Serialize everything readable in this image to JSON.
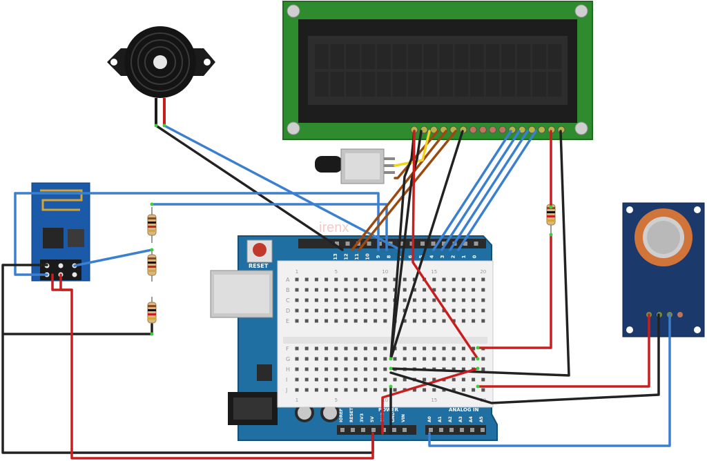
{
  "watermark": "irenx",
  "arduino": {
    "reset_label": "RESET",
    "power_label": "POWER",
    "analog_in_label": "ANALOG IN",
    "digital_pins": [
      "13",
      "12",
      "11",
      "10",
      "9",
      "8",
      "7",
      "6",
      "5",
      "4",
      "3",
      "2",
      "1",
      "0"
    ],
    "power_pins": [
      "IOREF",
      "RESET",
      "3V3",
      "5V",
      "GND",
      "GND",
      "VIN"
    ],
    "analog_pins": [
      "A0",
      "A1",
      "A2",
      "A3",
      "A4",
      "A5"
    ]
  },
  "breadboard": {
    "rows_top": [
      "A",
      "B",
      "C",
      "D",
      "E"
    ],
    "rows_bottom": [
      "F",
      "G",
      "H",
      "I",
      "J"
    ],
    "col_numbers": [
      "1",
      "5",
      "10",
      "15",
      "20"
    ]
  },
  "colors": {
    "arduino_pcb": "#1f6fa3",
    "lcd_pcb": "#2e8b2e",
    "sensor_pcb": "#1b3a6b",
    "esp_pcb": "#1a5aa8",
    "wire_blue": "#3b7fd0",
    "wire_red": "#c81e1e",
    "wire_black": "#222222",
    "wire_brown": "#9a4a10",
    "wire_yellow": "#f2d21b"
  },
  "components": [
    "buzzer",
    "lcd-16x2",
    "potentiometer",
    "esp8266-module",
    "resistors",
    "arduino-uno",
    "protoshield-breadboard",
    "gas-sensor-module"
  ]
}
